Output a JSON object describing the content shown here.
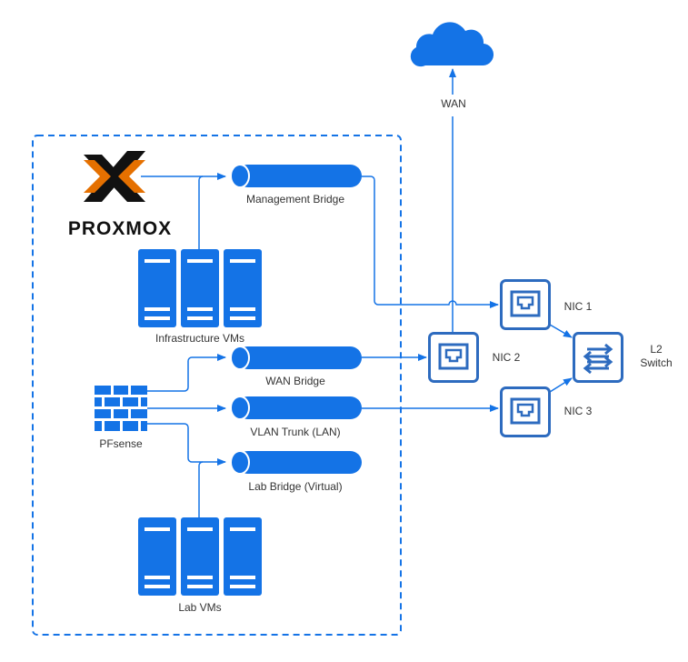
{
  "colors": {
    "accent": "#1473e6",
    "nic_border": "#2d6bbf",
    "proxmox_orange": "#e57000",
    "proxmox_black": "#111111"
  },
  "logo": {
    "text": "PROXMOX"
  },
  "labels": {
    "wan": "WAN",
    "management_bridge": "Management Bridge",
    "infrastructure_vms": "Infrastructure VMs",
    "wan_bridge": "WAN Bridge",
    "vlan_trunk": "VLAN Trunk (LAN)",
    "lab_bridge": "Lab Bridge (Virtual)",
    "pfsense": "PFsense",
    "lab_vms": "Lab VMs",
    "nic1": "NIC 1",
    "nic2": "NIC 2",
    "nic3": "NIC 3",
    "switch_line1": "L2",
    "switch_line2": "Switch"
  }
}
